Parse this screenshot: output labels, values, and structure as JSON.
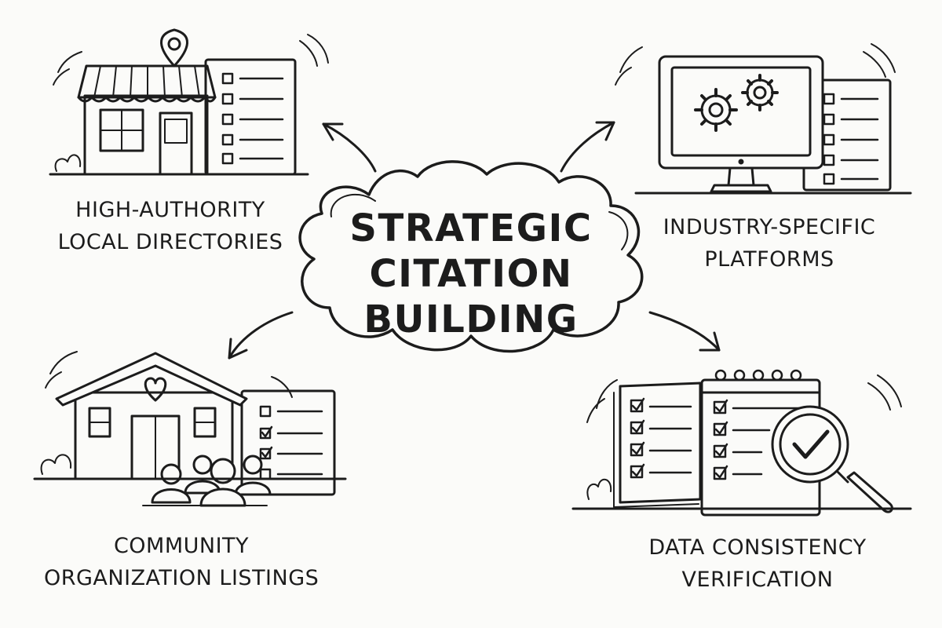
{
  "center": {
    "line1": "STRATEGIC",
    "line2": "CITATION",
    "line3": "BUILDING"
  },
  "nodes": {
    "top_left": {
      "line1": "HIGH-AUTHORITY",
      "line2": "LOCAL DIRECTORIES",
      "icon": "storefront-with-map-pin-and-checklist"
    },
    "top_right": {
      "line1": "INDUSTRY-SPECIFIC",
      "line2": "PLATFORMS",
      "icon": "monitor-with-gears-and-checklist"
    },
    "bottom_left": {
      "line1": "COMMUNITY",
      "line2": "ORGANIZATION LISTINGS",
      "icon": "community-house-with-people-and-checklist"
    },
    "bottom_right": {
      "line1": "DATA CONSISTENCY",
      "line2": "VERIFICATION",
      "icon": "checklist-with-magnifier-check"
    }
  },
  "colors": {
    "ink": "#1c1c1c",
    "paper": "#fbfbf9"
  }
}
